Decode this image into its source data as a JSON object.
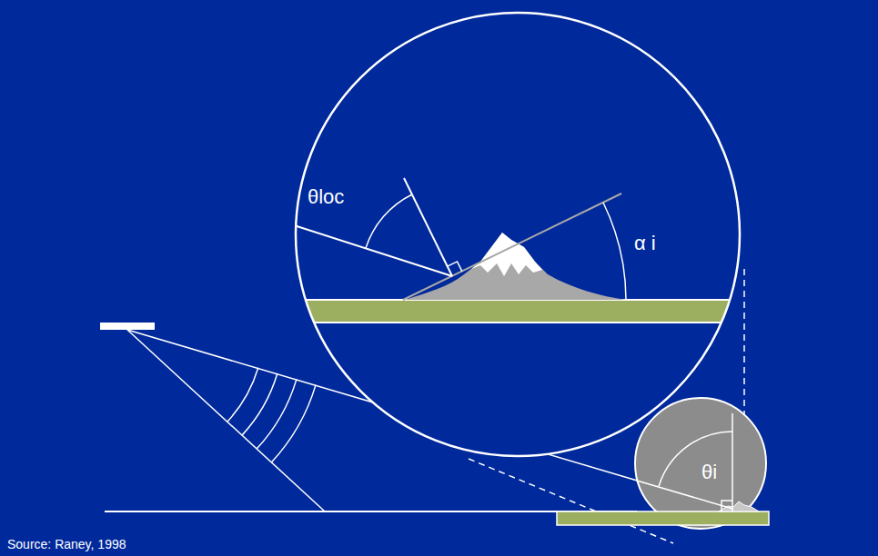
{
  "diagram": {
    "labels": [
      "θloc",
      "α i",
      "θi",
      "Source: Raney, 1998"
    ]
  }
}
